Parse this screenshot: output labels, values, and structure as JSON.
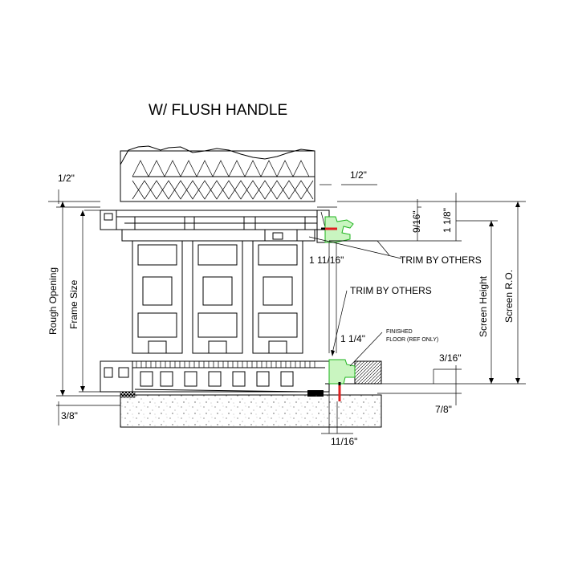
{
  "title": "W/ FLUSH HANDLE",
  "dimensions": {
    "half_left": "1/2\"",
    "half_right": "1/2\"",
    "nine_sixteenths": "9/16\"",
    "one_eighth": "1 1/8\"",
    "one_eleven_sixteenths": "1  11/16\"",
    "one_quarter": "1  1/4\"",
    "three_sixteenths": "3/16\"",
    "three_eighths": "3/8\"",
    "seven_eighths": "7/8\"",
    "eleven_sixteenths": "11/16\""
  },
  "labels": {
    "rough_opening": "Rough  Opening",
    "frame_size": "Frame  Size",
    "screen_height": "Screen  Height",
    "screen_ro": "Screen  R.O."
  },
  "notes": {
    "trim_upper": "TRIM BY OTHERS",
    "trim_lower": "TRIM BY OTHERS",
    "finished_floor_1": "FINISHED",
    "finished_floor_2": "FLOOR (REF ONLY)"
  },
  "colors": {
    "line": "#000000",
    "trim": "#1db31d",
    "trim_fill": "#c9f5c0",
    "screw": "#e02020"
  }
}
